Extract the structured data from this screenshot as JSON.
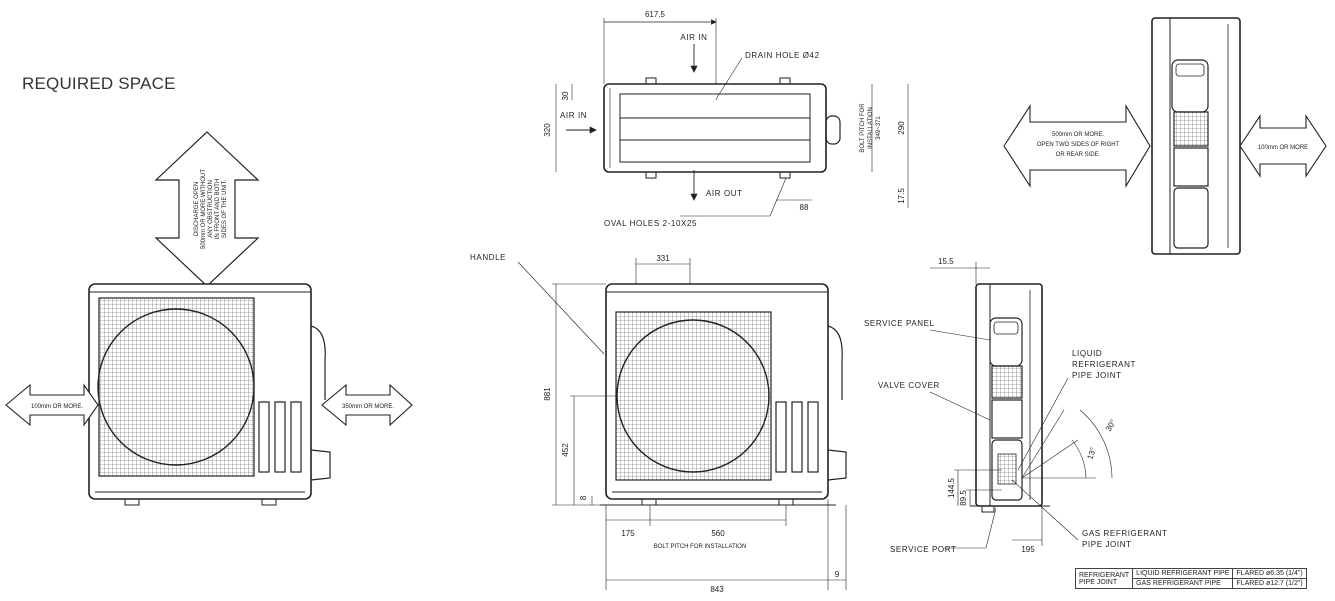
{
  "title": "REQUIRED SPACE",
  "clearances": {
    "top": [
      "DISCHARGE OPEN",
      "500mm OR MORE WITHOUT",
      "ANY OBSTRUCTION",
      "IN FRONT AND BOTH",
      "SIDES OF THE UNIT."
    ],
    "left": "100mm OR MORE.",
    "right": "350mm OR MORE.",
    "rear": [
      "500mm OR MORE.",
      "OPEN TWO SIDES OF RIGHT",
      "OR REAR SIDE."
    ],
    "rear_side": "100mm OR MORE"
  },
  "top_view": {
    "width": "617.5",
    "air_in_top": "AIR IN",
    "air_in_left": "AIR IN",
    "air_out": "AIR OUT",
    "drain_hole": "DRAIN HOLE Ø42",
    "oval_holes": "OVAL HOLES 2-10X25",
    "dim_30": "30",
    "dim_320": "320",
    "dim_290": "290",
    "dim_17_5": "17.5",
    "dim_88": "88",
    "bolt_pitch": [
      "BOLT PITCH FOR",
      "INSTALLATION"
    ],
    "bolt_pitch_value": "349~371"
  },
  "front_view": {
    "handle": "HANDLE",
    "dim_331": "331",
    "dim_881": "881",
    "dim_452": "452",
    "dim_8": "8",
    "dim_175": "175",
    "dim_560": "560",
    "bolt_pitch": "BOLT PITCH FOR INSTALLATION",
    "dim_843": "843",
    "dim_9": "9"
  },
  "side_view": {
    "dim_15_5": "15.5",
    "service_panel": "SERVICE PANEL",
    "valve_cover": "VALVE COVER",
    "liquid_joint": [
      "LIQUID",
      "REFRIGERANT",
      "PIPE JOINT"
    ],
    "gas_joint": [
      "GAS REFRIGERANT",
      "PIPE JOINT"
    ],
    "service_port": "SERVICE PORT",
    "dim_195": "195",
    "dim_144_5": "144.5",
    "dim_89_5": "89.5",
    "angle_1": "13°",
    "angle_2": "30°"
  },
  "spec_table": {
    "header": [
      "REFRIGERANT",
      "PIPE JOINT"
    ],
    "rows": [
      {
        "pipe": "LIQUID REFRIGERANT PIPE",
        "value": "FLARED ø6.35 (1/4\")"
      },
      {
        "pipe": "GAS REFRIGERANT PIPE",
        "value": "FLARED ø12.7 (1/2\")"
      }
    ]
  }
}
